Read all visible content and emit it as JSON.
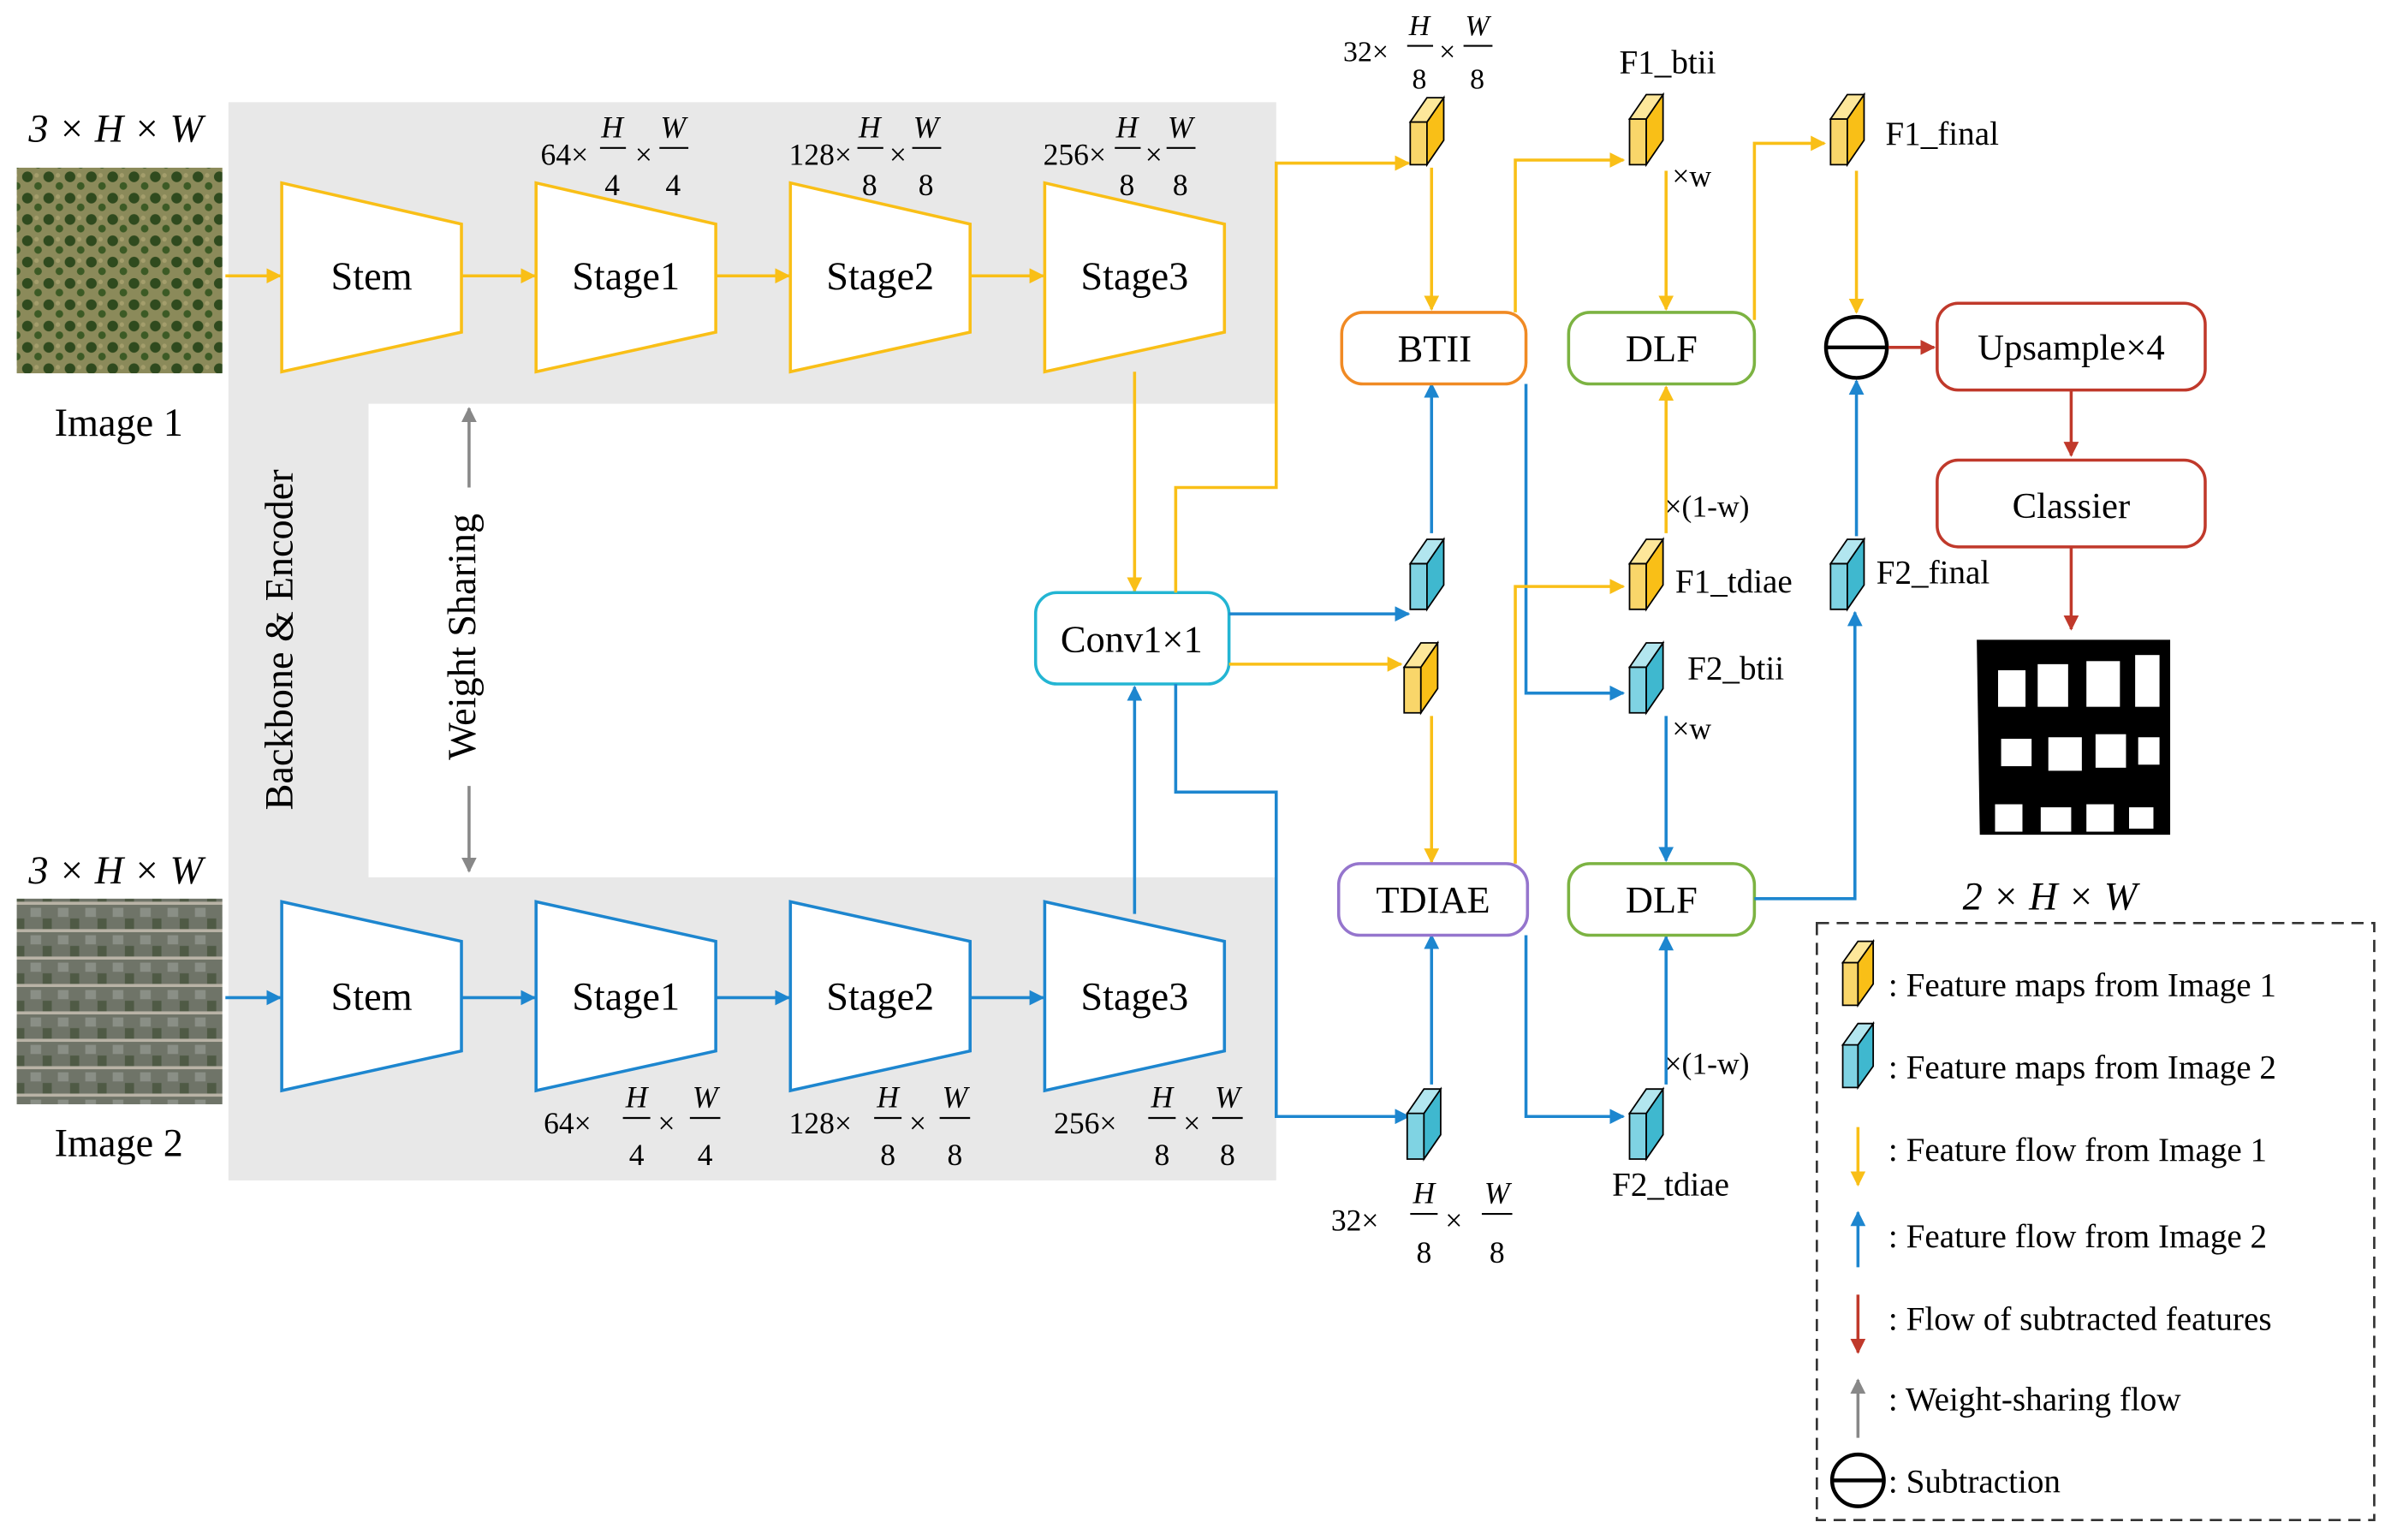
{
  "colors": {
    "image1": "#f9bf17",
    "image2": "#1d86cf",
    "subtracted": "#c0392b",
    "shared": "#888888",
    "panel": "#e8e8e8",
    "btii_border": "#f08a24",
    "dlf_border": "#7cb342",
    "tdiae_border": "#9575cd",
    "red_border": "#c0392b",
    "conv_border": "#23b5d3",
    "cube1": "#f9d66a",
    "cube2": "#3fb8cf"
  },
  "inputs": {
    "image1": {
      "dims": "3 × H × W",
      "label": "Image 1"
    },
    "image2": {
      "dims": "3 × H × W",
      "label": "Image 2"
    }
  },
  "encoder": {
    "panel_label": "Backbone & Encoder",
    "weight_sharing": "Weight Sharing",
    "top_blocks": [
      "Stem",
      "Stage1",
      "Stage2",
      "Stage3"
    ],
    "bottom_blocks": [
      "Stem",
      "Stage1",
      "Stage2",
      "Stage3"
    ],
    "dims": {
      "stage1": {
        "c": "64×",
        "h": "H",
        "hd": "4",
        "w": "W",
        "wd": "4"
      },
      "stage2": {
        "c": "128×",
        "h": "H",
        "hd": "8",
        "w": "W",
        "wd": "8"
      },
      "stage3": {
        "c": "256×",
        "h": "H",
        "hd": "8",
        "w": "W",
        "wd": "8"
      },
      "conv_out": {
        "c": "32×",
        "h": "H",
        "hd": "8",
        "w": "W",
        "wd": "8"
      }
    }
  },
  "modules": {
    "conv": "Conv1×1",
    "btii": "BTII",
    "tdiae": "TDIAE",
    "dlf": "DLF",
    "upsample": "Upsample×4",
    "classifier": "Classier"
  },
  "features": {
    "f1_btii": "F1_btii",
    "f1_final": "F1_final",
    "f1_tdiae": "F1_tdiae",
    "f2_final": "F2_final",
    "f2_btii": "F2_btii",
    "f2_tdiae": "F2_tdiae",
    "w": "×w",
    "one_minus_w": "×(1-w)"
  },
  "output": {
    "dims": "2 × H × W"
  },
  "legend": {
    "items": [
      ": Feature maps from Image 1",
      ": Feature maps from Image 2",
      ": Feature flow from Image 1",
      ": Feature flow from Image 2",
      ": Flow of subtracted features",
      ": Weight-sharing flow",
      ": Subtraction"
    ]
  }
}
